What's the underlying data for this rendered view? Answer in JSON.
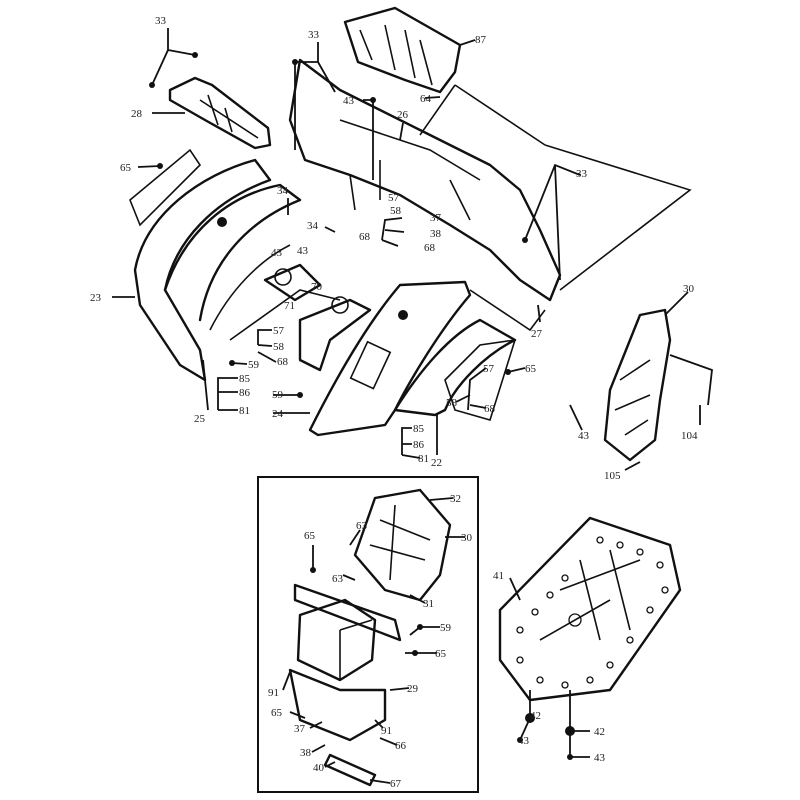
{
  "diagram": {
    "labels": [
      {
        "id": "l1",
        "text": "33"
      },
      {
        "id": "l2",
        "text": "33"
      },
      {
        "id": "l3",
        "text": "87"
      },
      {
        "id": "l4",
        "text": "64"
      },
      {
        "id": "l5",
        "text": "43"
      },
      {
        "id": "l6",
        "text": "26"
      },
      {
        "id": "l7",
        "text": "28"
      },
      {
        "id": "l8",
        "text": "65"
      },
      {
        "id": "l9",
        "text": "33"
      },
      {
        "id": "l10",
        "text": "34"
      },
      {
        "id": "l11",
        "text": "34"
      },
      {
        "id": "l12",
        "text": "57"
      },
      {
        "id": "l13",
        "text": "58"
      },
      {
        "id": "l14",
        "text": "68"
      },
      {
        "id": "l15",
        "text": "37"
      },
      {
        "id": "l16",
        "text": "38"
      },
      {
        "id": "l17",
        "text": "68"
      },
      {
        "id": "l18",
        "text": "43"
      },
      {
        "id": "l19",
        "text": "43"
      },
      {
        "id": "l20",
        "text": "70"
      },
      {
        "id": "l21",
        "text": "71"
      },
      {
        "id": "l22",
        "text": "23"
      },
      {
        "id": "l23",
        "text": "30"
      },
      {
        "id": "l24",
        "text": "57"
      },
      {
        "id": "l25",
        "text": "58"
      },
      {
        "id": "l26",
        "text": "68"
      },
      {
        "id": "l27",
        "text": "59"
      },
      {
        "id": "l28",
        "text": "85"
      },
      {
        "id": "l29",
        "text": "86"
      },
      {
        "id": "l30",
        "text": "81"
      },
      {
        "id": "l31",
        "text": "25"
      },
      {
        "id": "l32",
        "text": "59"
      },
      {
        "id": "l33",
        "text": "24"
      },
      {
        "id": "l34",
        "text": "27"
      },
      {
        "id": "l35",
        "text": "65"
      },
      {
        "id": "l36",
        "text": "57"
      },
      {
        "id": "l37",
        "text": "58"
      },
      {
        "id": "l38",
        "text": "68"
      },
      {
        "id": "l39",
        "text": "85"
      },
      {
        "id": "l40",
        "text": "86"
      },
      {
        "id": "l41",
        "text": "81"
      },
      {
        "id": "l42",
        "text": "22"
      },
      {
        "id": "l43",
        "text": "43"
      },
      {
        "id": "l44",
        "text": "104"
      },
      {
        "id": "l45",
        "text": "105"
      },
      {
        "id": "l46",
        "text": "32"
      },
      {
        "id": "l47",
        "text": "30"
      },
      {
        "id": "l48",
        "text": "65"
      },
      {
        "id": "l49",
        "text": "63"
      },
      {
        "id": "l50",
        "text": "63"
      },
      {
        "id": "l51",
        "text": "31"
      },
      {
        "id": "l52",
        "text": "59"
      },
      {
        "id": "l53",
        "text": "65"
      },
      {
        "id": "l54",
        "text": "29"
      },
      {
        "id": "l55",
        "text": "91"
      },
      {
        "id": "l56",
        "text": "65"
      },
      {
        "id": "l57",
        "text": "91"
      },
      {
        "id": "l58",
        "text": "37"
      },
      {
        "id": "l59",
        "text": "38"
      },
      {
        "id": "l60",
        "text": "66"
      },
      {
        "id": "l61",
        "text": "40"
      },
      {
        "id": "l62",
        "text": "67"
      },
      {
        "id": "l63",
        "text": "41"
      },
      {
        "id": "l64",
        "text": "42"
      },
      {
        "id": "l65",
        "text": "43"
      },
      {
        "id": "l66",
        "text": "42"
      },
      {
        "id": "l67",
        "text": "43"
      }
    ]
  }
}
